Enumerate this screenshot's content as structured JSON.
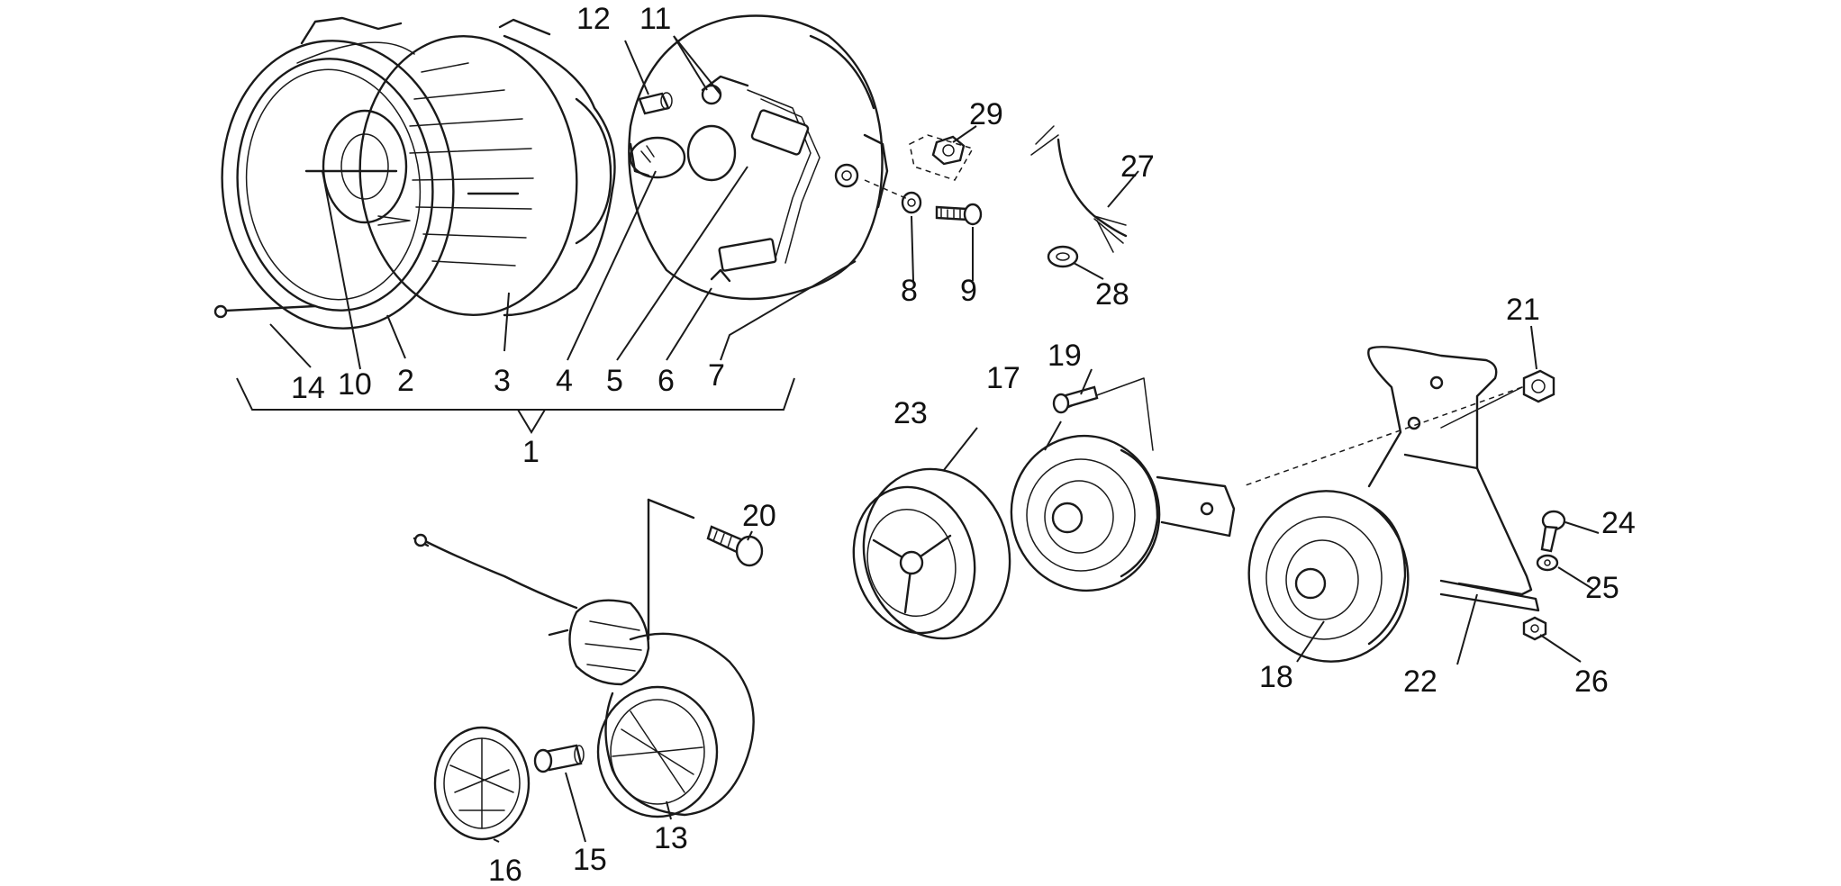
{
  "diagram": {
    "labels": {
      "p1": "1",
      "p2": "2",
      "p3": "3",
      "p4": "4",
      "p5": "5",
      "p6": "6",
      "p7": "7",
      "p8": "8",
      "p9": "9",
      "p10": "10",
      "p11": "11",
      "p12": "12",
      "p13": "13",
      "p14": "14",
      "p15": "15",
      "p16": "16",
      "p17": "17",
      "p18": "18",
      "p19": "19",
      "p20": "20",
      "p21": "21",
      "p22": "22",
      "p23": "23",
      "p24": "24",
      "p25": "25",
      "p26": "26",
      "p27": "27",
      "p28": "28",
      "p29": "29"
    },
    "parts": {
      "headlamp_rim": "headlamp-rim",
      "headlamp_lens": "headlamp-lens",
      "headlamp_bulb": "headlamp-bulb",
      "headlamp_shell": "headlamp-shell",
      "turn_signal": "turn-signal",
      "horn_front": "horn",
      "horn_rear": "horn",
      "horn_cover": "horn-cover",
      "horn_bracket": "horn-bracket"
    }
  }
}
